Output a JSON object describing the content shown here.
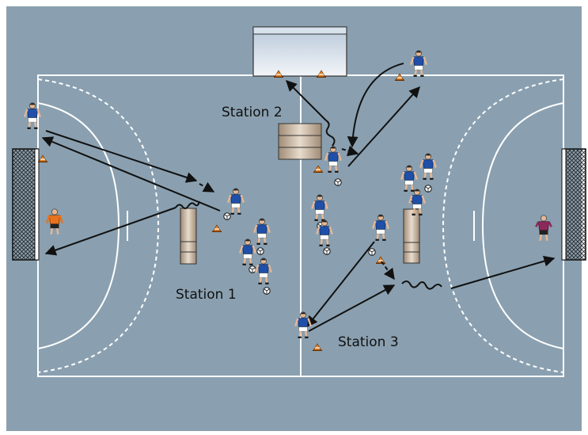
{
  "colors": {
    "court": "#8aa0b0",
    "line": "#ffffff",
    "arrow": "#111111",
    "player_shirt": "#1f4fa8",
    "keeper_left": "#e8731f",
    "keeper_right": "#8b2a5a",
    "cone": "#e6862a",
    "mat": "#c8b09a"
  },
  "labels": {
    "station1": "Station 1",
    "station2": "Station 2",
    "station3": "Station 3"
  },
  "icons": [
    "goal-net-icon",
    "player-icon",
    "goalkeeper-icon",
    "cone-icon",
    "ball-icon",
    "mat-icon",
    "bench-icon"
  ]
}
